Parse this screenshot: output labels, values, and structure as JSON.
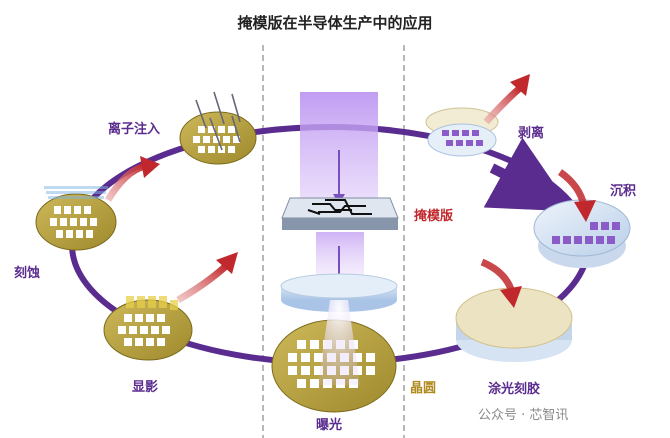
{
  "title": "掩模版在半导体生产中的应用",
  "labels": {
    "ion_implant": "离子注入",
    "strip": "剥离",
    "deposition": "沉积",
    "etch": "刻蚀",
    "mask": "掩模版",
    "develop": "显影",
    "wafer": "晶圆",
    "expose": "曝光",
    "coat": "涂光刻胶"
  },
  "watermark": "公众号 · 芯智讯",
  "colors": {
    "cycle_path": "#5b2c8f",
    "arrow": "#c0282d",
    "wafer_gold": "#b8a23a",
    "resist_purple": "#8b5cc7",
    "light_beam": "#c9a8f0"
  }
}
